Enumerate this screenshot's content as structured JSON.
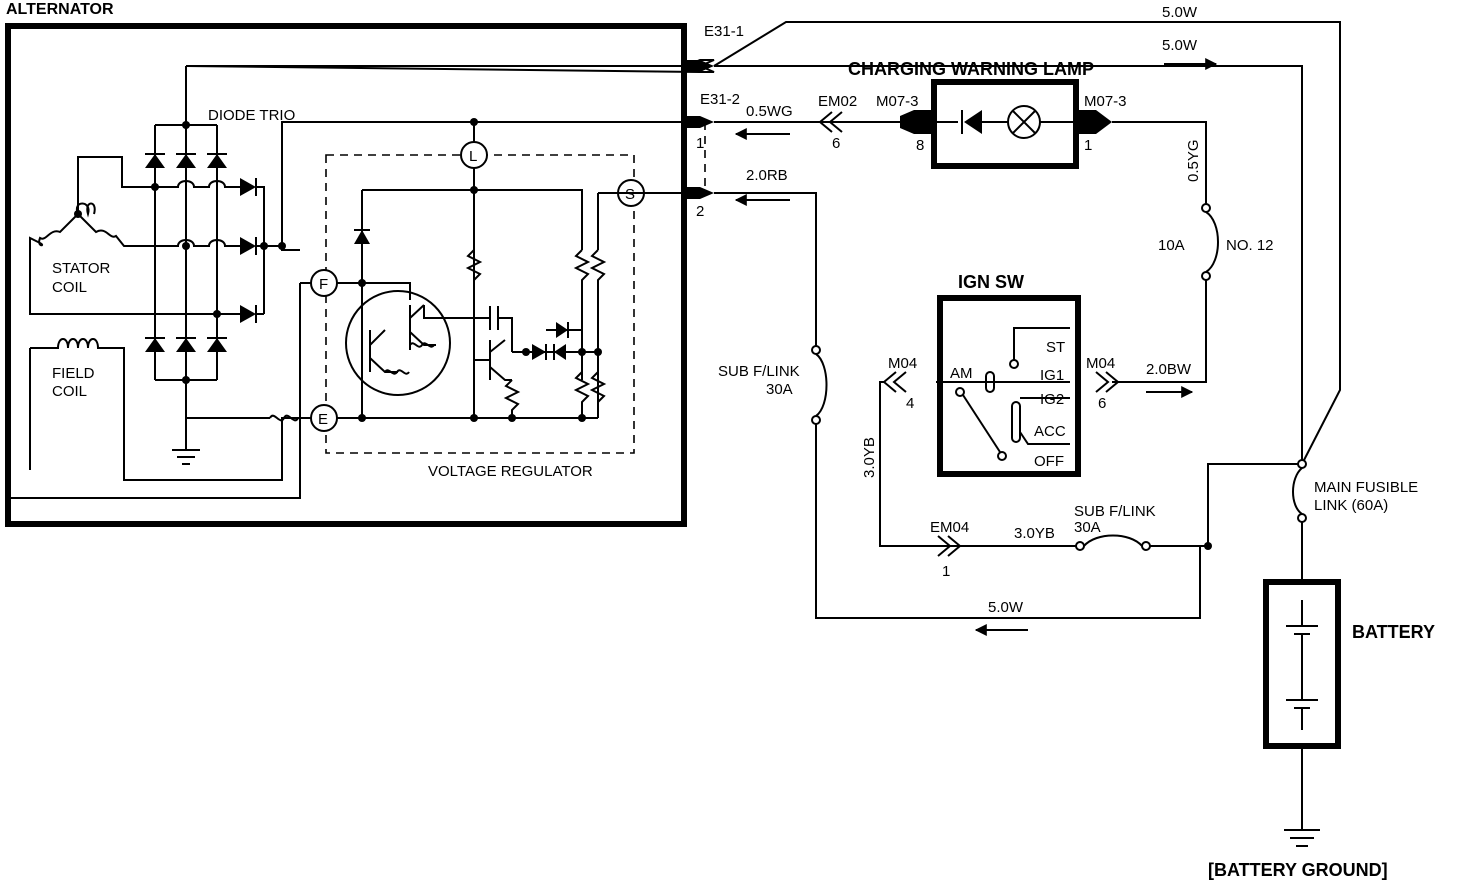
{
  "labels": {
    "alternator": "ALTERNATOR",
    "diode_trio": "DIODE  TRIO",
    "stator_coil_1": "STATOR",
    "stator_coil_2": "COIL",
    "field_coil_1": "FIELD",
    "field_coil_2": "COIL",
    "voltage_regulator": "VOLTAGE REGULATOR",
    "term_L": "L",
    "term_S": "S",
    "term_F": "F",
    "term_E": "E",
    "charging_warning_lamp": "CHARGING WARNING LAMP",
    "ign_sw": "IGN SW",
    "battery": "BATTERY",
    "battery_ground": "[BATTERY GROUND]",
    "main_fusible_link_1": "MAIN FUSIBLE",
    "main_fusible_link_2": "LINK (60A)",
    "sub_flink_left_1": "SUB F/LINK",
    "sub_flink_left_2": "30A",
    "sub_flink_bottom_1": "SUB F/LINK",
    "sub_flink_bottom_2": "30A",
    "fuse_amp": "10A",
    "fuse_no": "NO. 12"
  },
  "connectors": {
    "e31_1": "E31-1",
    "e31_2": "E31-2",
    "e31_pin1": "1",
    "e31_pin2": "2",
    "em02": "EM02",
    "em02_pin": "6",
    "m07_left": "M07-3",
    "m07_left_pin": "8",
    "m07_right": "M07-3",
    "m07_right_pin": "1",
    "m04_left": "M04",
    "m04_left_pin": "4",
    "m04_right": "M04",
    "m04_right_pin": "6",
    "em04": "EM04",
    "em04_pin": "1"
  },
  "ign_positions": {
    "am": "AM",
    "st": "ST",
    "ig1": "IG1",
    "ig2": "IG2",
    "acc": "ACC",
    "off": "OFF"
  },
  "wires": {
    "top_outer": "5.0W",
    "top_inner": "5.0W",
    "lamp_feed": "0.5WG",
    "sense": "2.0RB",
    "lamp_to_fuse": "0.5YG",
    "ign_out": "2.0BW",
    "am_feed_vertical": "3.0YB",
    "am_feed_bottom": "3.0YB",
    "bottom_return": "5.0W"
  }
}
